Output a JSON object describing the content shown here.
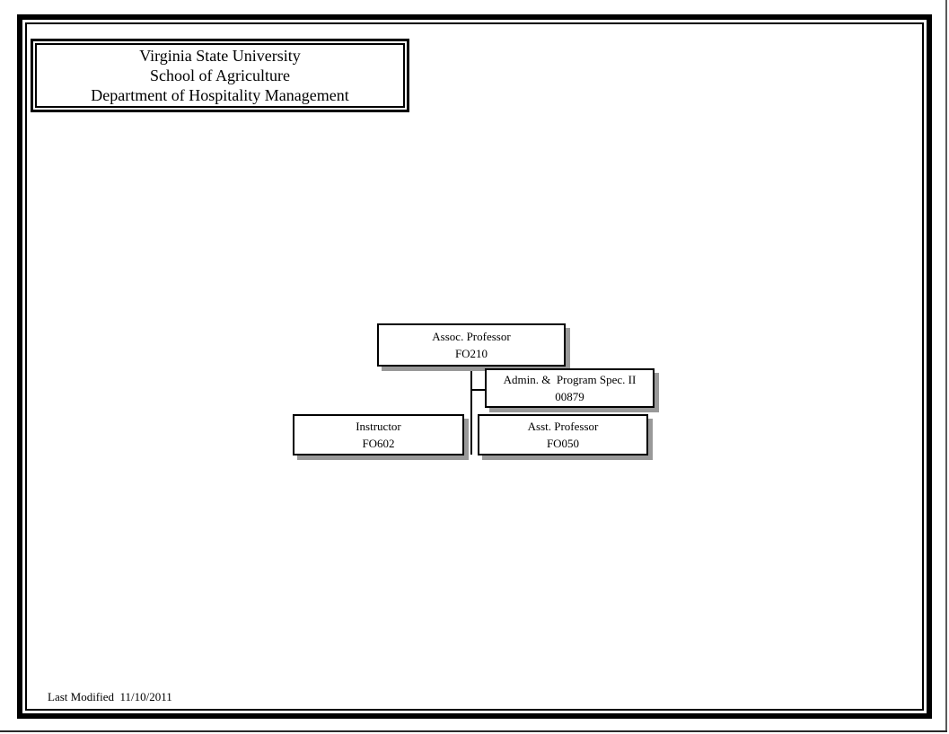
{
  "header": {
    "lines": [
      "Virginia State University",
      "School of Agriculture",
      "Department of Hospitality Management"
    ]
  },
  "org_chart": {
    "nodes": [
      {
        "title": "Assoc. Professor",
        "code": "FO210"
      },
      {
        "title": "Admin. &  Program Spec. II",
        "code": "00879"
      },
      {
        "title": "Instructor",
        "code": "FO602"
      },
      {
        "title": "Asst. Professor",
        "code": "FO050"
      }
    ],
    "connectors": {
      "vertical_from_parent": true,
      "horizontal_tick_to_admin": true
    }
  },
  "footer": {
    "last_modified": "Last Modified  11/10/2011"
  },
  "colors": {
    "border": "#000000",
    "shadow": "#999999",
    "background": "#ffffff",
    "page_edge": "#5a5a5a"
  }
}
